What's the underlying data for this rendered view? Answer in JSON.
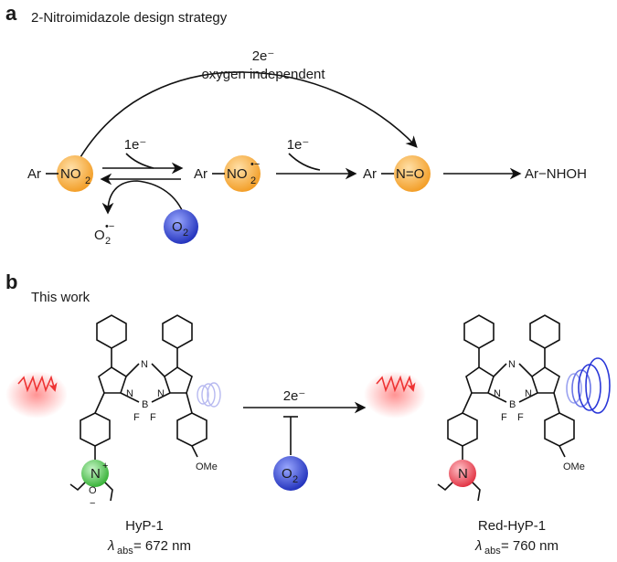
{
  "panel_a": {
    "letter": "a",
    "title": "2-Nitroimidazole design strategy",
    "top_arrow_label_1": "2e⁻",
    "top_arrow_label_2": "oxygen independent",
    "ar_no2_ar": "Ar",
    "ar_no2_group": "NO",
    "ar_no2_sub": "2",
    "e1_label": "1e⁻",
    "radical_ar": "Ar",
    "radical_group": "NO",
    "radical_sub": "2",
    "radical_sup": "•−",
    "e2_label": "1e⁻",
    "nitroso_ar": "Ar",
    "nitroso_group": "N=O",
    "hydroxylamine": "Ar−NHOH",
    "superoxide": "O",
    "superoxide_sub": "2",
    "superoxide_sup": "•−",
    "oxygen": "O",
    "oxygen_sub": "2",
    "colors": {
      "orange": "#f7a531",
      "blue": "#2b3fc9"
    }
  },
  "panel_b": {
    "letter": "b",
    "subtitle": "This work",
    "arrow_label": "2e⁻",
    "oxygen": "O",
    "oxygen_sub": "2",
    "left_molecule": {
      "name": "HyP-1",
      "lambda_symbol": "λ",
      "lambda_sub": "abs",
      "lambda_value": " = 672 nm",
      "atom_N": "N",
      "atom_B": "B",
      "atom_F1": "F",
      "atom_F2": "F",
      "N_oxide": "N",
      "oxide_O": "O",
      "plus": "+",
      "minus": "−",
      "ome": "OMe",
      "badge_color": "#3fbf3f"
    },
    "right_molecule": {
      "name": "Red-HyP-1",
      "lambda_symbol": "λ",
      "lambda_sub": "abs",
      "lambda_value": " = 760 nm",
      "atom_N": "N",
      "atom_B": "B",
      "atom_F1": "F",
      "atom_F2": "F",
      "amine_N": "N",
      "ome": "OMe",
      "badge_color": "#e83a4a"
    }
  }
}
